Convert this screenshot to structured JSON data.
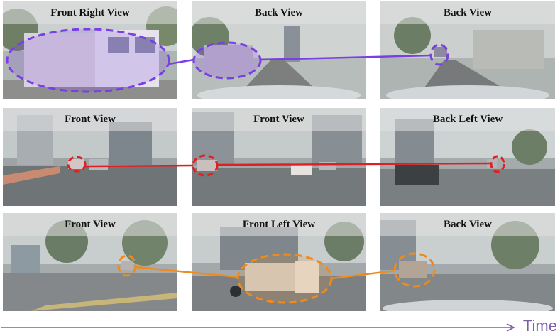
{
  "rows": [
    {
      "track_color": "#7a3ee6",
      "panels": [
        {
          "view": "Front Right View"
        },
        {
          "view": "Back View"
        },
        {
          "view": "Back View"
        }
      ]
    },
    {
      "track_color": "#e02020",
      "panels": [
        {
          "view": "Front View"
        },
        {
          "view": "Front View"
        },
        {
          "view": "Back Left View"
        }
      ]
    },
    {
      "track_color": "#f08a1c",
      "panels": [
        {
          "view": "Front View"
        },
        {
          "view": "Front Left View"
        },
        {
          "view": "Back View"
        }
      ]
    }
  ],
  "time_axis": {
    "label": "Time",
    "color": "#7b5ea7"
  }
}
